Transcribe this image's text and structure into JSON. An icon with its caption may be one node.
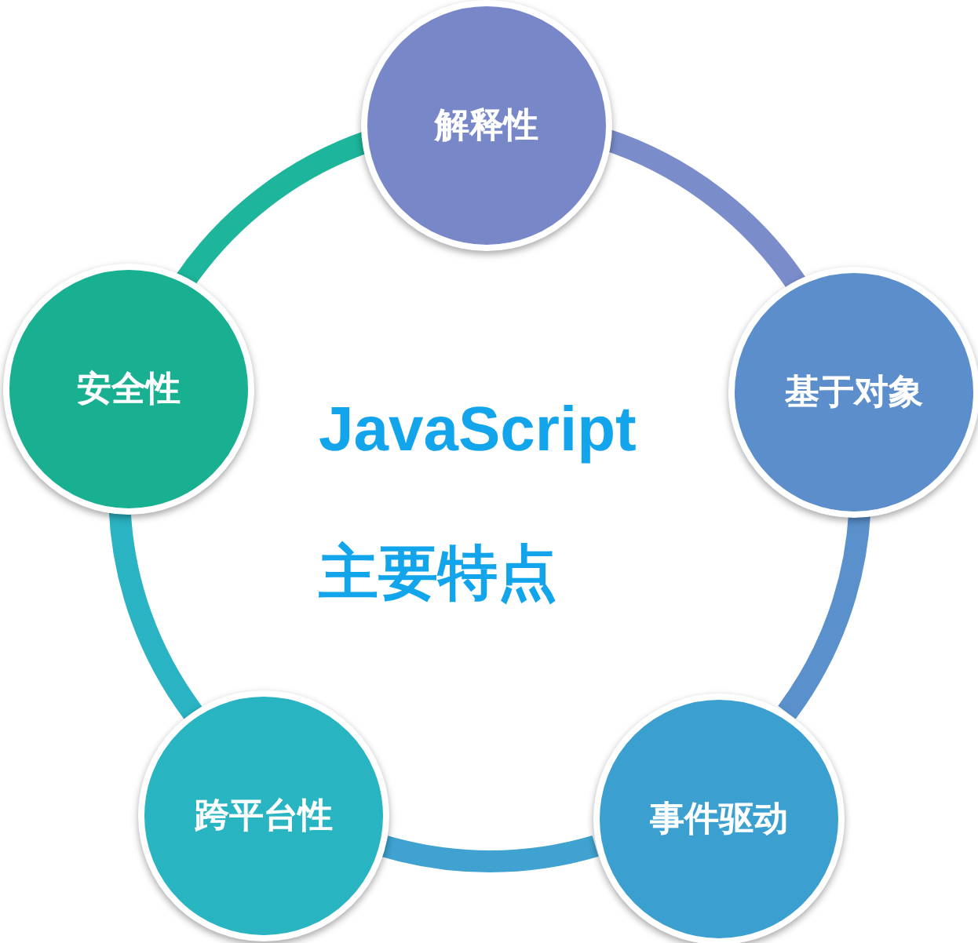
{
  "diagram": {
    "nodes": [
      {
        "text": [
          "解释性"
        ]
      },
      {
        "text": [
          "基于对象"
        ]
      },
      {
        "text": [
          "事件驱动"
        ]
      },
      {
        "text": [
          "跨平台性"
        ]
      },
      {
        "text": [
          "安全性"
        ]
      }
    ],
    "edges": [
      {
        "from": 0,
        "to": 1,
        "arrow": "none",
        "color": "#7a8cc9"
      },
      {
        "from": 1,
        "to": 2,
        "arrow": "none",
        "color": "#5a91cc"
      },
      {
        "from": 2,
        "to": 3,
        "arrow": "none",
        "color": "#3fa2d0"
      },
      {
        "from": 3,
        "to": 4,
        "arrow": "none",
        "color": "#2ab3c2"
      },
      {
        "from": 4,
        "to": 0,
        "arrow": "none",
        "color": "#1db59b"
      }
    ],
    "labels": [
      "JavaScript",
      "主要特点"
    ]
  }
}
